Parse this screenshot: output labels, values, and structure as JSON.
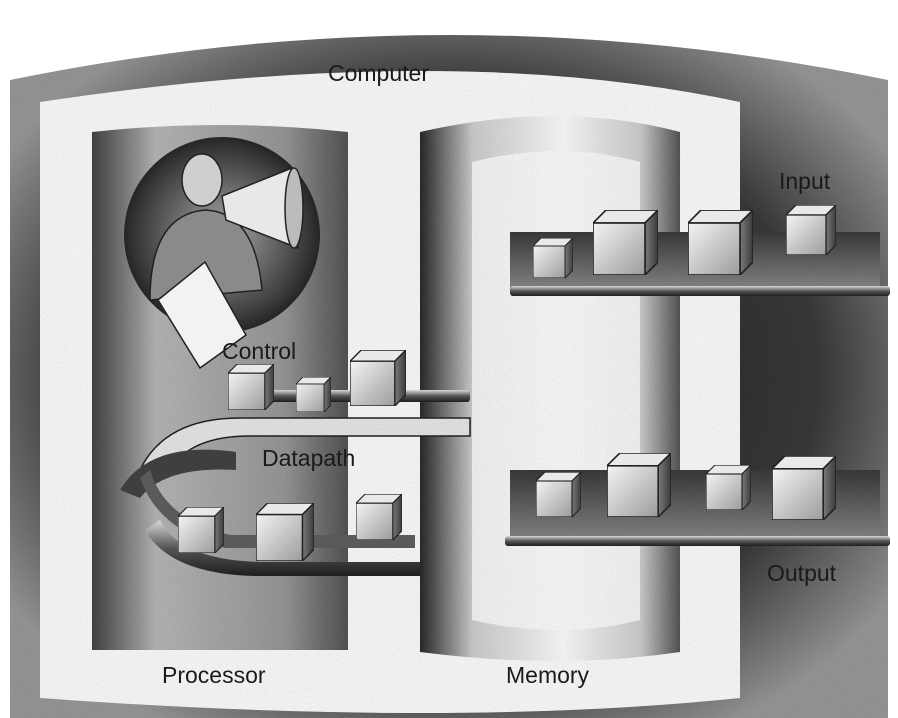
{
  "labels": {
    "computer": "Computer",
    "input": "Input",
    "control": "Control",
    "datapath": "Datapath",
    "output": "Output",
    "processor": "Processor",
    "memory": "Memory"
  },
  "icons": {
    "control_figure": "person-with-megaphone-icon",
    "data_block": "cube-icon"
  },
  "colors": {
    "frame_dark": "#2b2b2b",
    "frame_mid": "#6f6f6f",
    "panel_light": "#ffffff",
    "belt": "#3a3a3a"
  }
}
